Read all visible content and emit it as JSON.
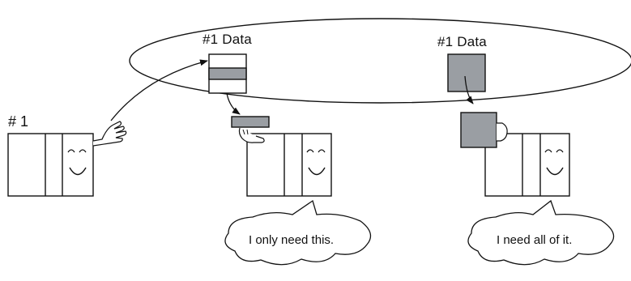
{
  "diagram": {
    "node_id_label": "# 1",
    "data_label_left": "#1 Data",
    "data_label_right": "#1 Data",
    "bubble_left_text": "I only need this.",
    "bubble_right_text": "I need all of it."
  },
  "colors": {
    "stroke": "#111111",
    "data_fill": "#9a9ea3",
    "background": "#ffffff"
  }
}
